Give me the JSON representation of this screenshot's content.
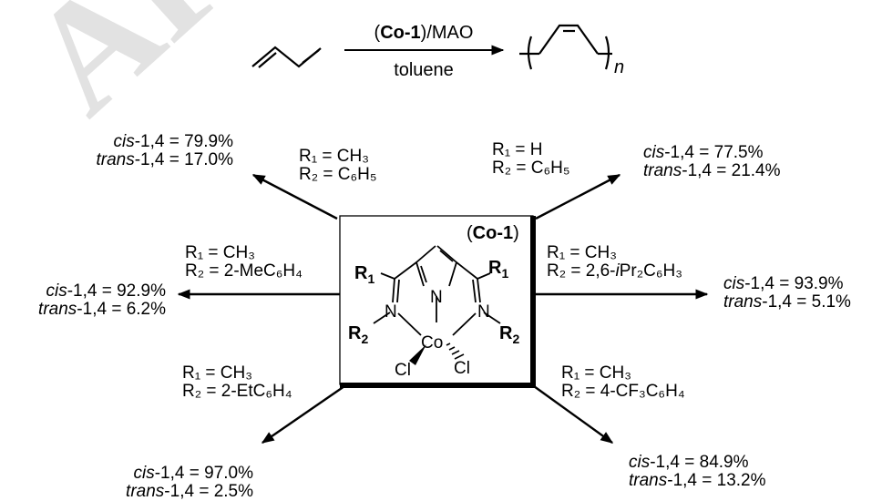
{
  "watermark": "AP",
  "scheme": {
    "catalyst_prefix": "(",
    "catalyst_name": "Co-1",
    "catalyst_suffix": ")/MAO",
    "solvent": "toluene",
    "polymer_subscript": "n"
  },
  "complex": {
    "label": "Co-1",
    "atoms": {
      "N": "N",
      "Co": "Co",
      "Cl": "Cl",
      "R1": "R",
      "R1_sub": "1",
      "R2": "R",
      "R2_sub": "2"
    }
  },
  "variants": [
    {
      "id": "top-left",
      "r1": "R₁ = CH₃",
      "r2": "R₂ = C₆H₅",
      "cis": "cis-1,4 = 79.9%",
      "trans": "trans-1,4 = 17.0%"
    },
    {
      "id": "top-right",
      "r1": "R₁ = H",
      "r2": "R₂ = C₆H₅",
      "cis": "cis-1,4 = 77.5%",
      "trans": "trans-1,4 = 21.4%"
    },
    {
      "id": "middle-left",
      "r1": "R₁ = CH₃",
      "r2": "R₂ = 2-MeC₆H₄",
      "cis": "cis-1,4 = 92.9%",
      "trans": "trans-1,4 = 6.2%"
    },
    {
      "id": "middle-right",
      "r1": "R₁ = CH₃",
      "r2": "R₂ = 2,6-iPr₂C₆H₃",
      "cis": "cis-1,4 = 93.9%",
      "trans": "trans-1,4 = 5.1%"
    },
    {
      "id": "bottom-left",
      "r1": "R₁ = CH₃",
      "r2": "R₂ = 2-EtC₆H₄",
      "cis": "cis-1,4 = 97.0%",
      "trans": "trans-1,4 = 2.5%"
    },
    {
      "id": "bottom-right",
      "r1": "R₁ = CH₃",
      "r2": "R₂ = 4-CF₃C₆H₄",
      "cis": "cis-1,4 = 84.9%",
      "trans": "trans-1,4 = 13.2%"
    }
  ]
}
